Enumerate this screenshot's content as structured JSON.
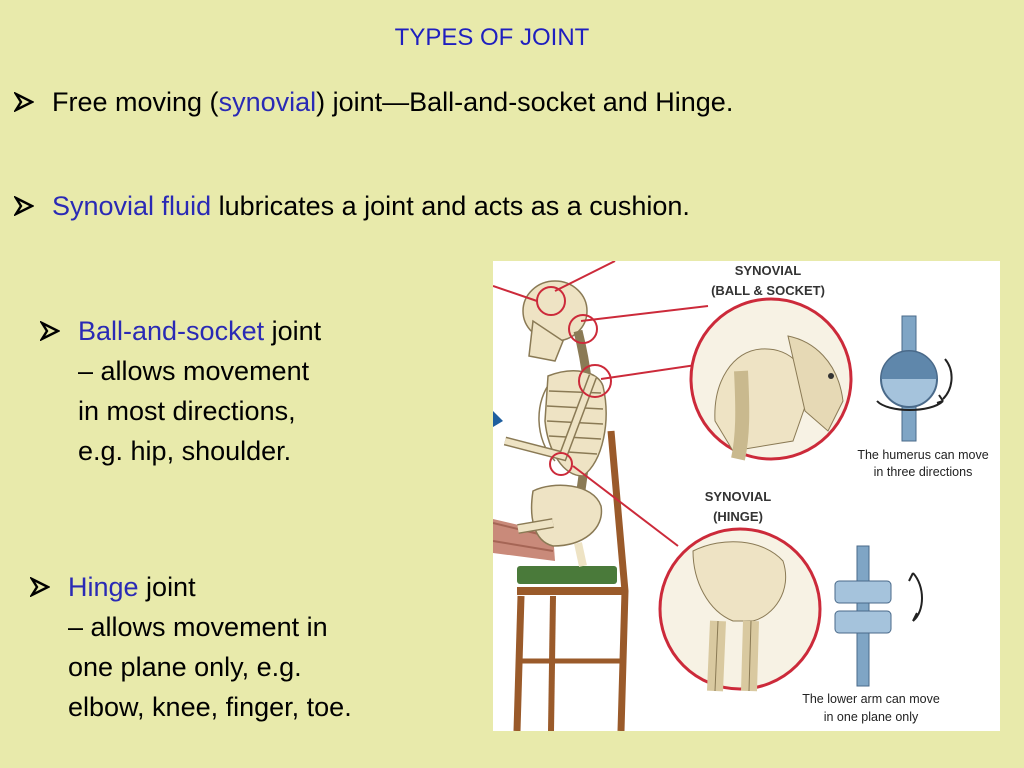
{
  "slide": {
    "title": "TYPES OF JOINT",
    "bullets": [
      {
        "pre": "Free moving (",
        "hl": "synovial",
        "post": ") joint—Ball-and-socket and Hinge."
      },
      {
        "pre": "",
        "hl": "Synovial fluid",
        "post": " lubricates a joint and acts as a cushion."
      }
    ],
    "ball": {
      "hl": "Ball-and-socket",
      "post": " joint",
      "lines": [
        "– allows movement",
        "in most directions,",
        "e.g. hip, shoulder."
      ]
    },
    "hinge": {
      "hl": "Hinge",
      "post": " joint",
      "lines": [
        "– allows movement in",
        "one plane only, e.g.",
        "elbow, knee, finger, toe."
      ]
    }
  },
  "figure": {
    "ball_label_1": "SYNOVIAL",
    "ball_label_2": "(BALL & SOCKET)",
    "ball_caption_1": "The humerus can move",
    "ball_caption_2": "in three directions",
    "hinge_label_1": "SYNOVIAL",
    "hinge_label_2": "(HINGE)",
    "hinge_caption_1": "The lower arm can move",
    "hinge_caption_2": "in one plane only"
  },
  "colors": {
    "background": "#e8eaab",
    "highlight": "#2a2ab5",
    "title": "#1f1fbf",
    "circle": "#cc2a3a"
  }
}
